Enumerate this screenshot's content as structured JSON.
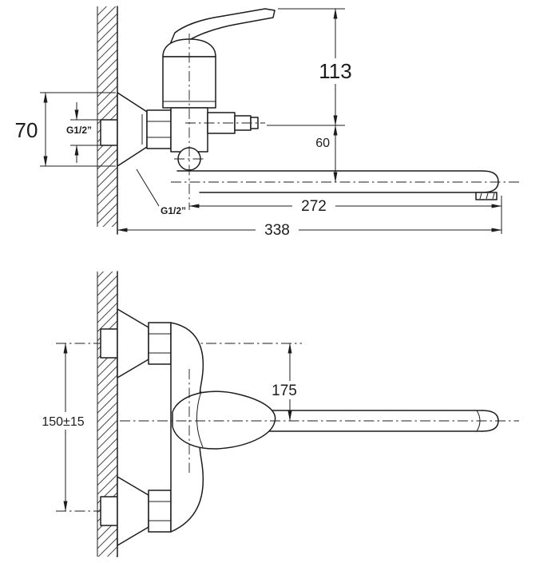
{
  "drawing": {
    "colors": {
      "line": "#1c1c1c",
      "background": "#ffffff"
    },
    "side": {
      "d113": "113",
      "d60": "60",
      "d272": "272",
      "d338": "338",
      "d70": "70",
      "thread_inlet": "G1/2”",
      "thread_wall": "G1/2”"
    },
    "front": {
      "d150": "150±15",
      "d175": "175"
    }
  }
}
